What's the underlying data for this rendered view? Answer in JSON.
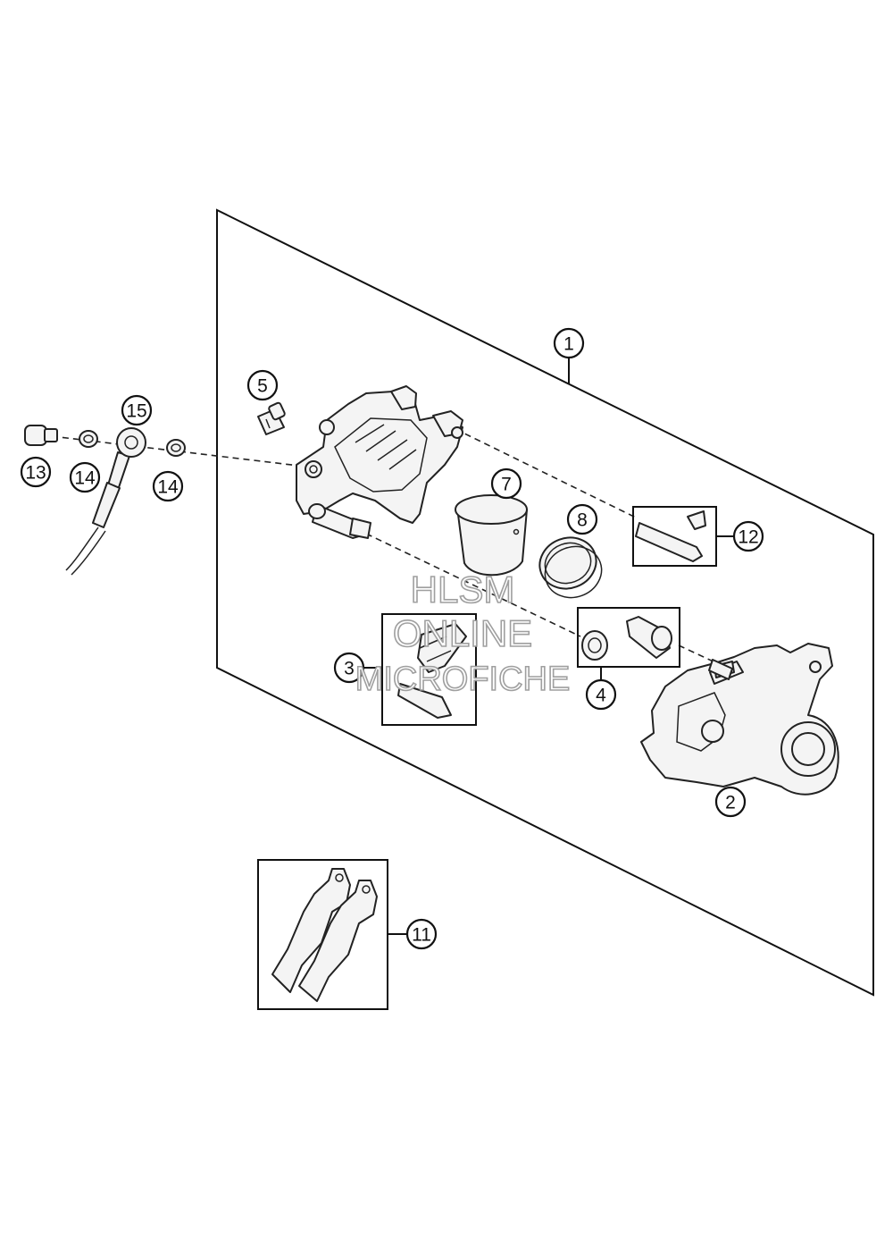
{
  "callouts": {
    "c1": "1",
    "c2": "2",
    "c3": "3",
    "c4": "4",
    "c5": "5",
    "c7": "7",
    "c8": "8",
    "c11": "11",
    "c12": "12",
    "c13": "13",
    "c14a": "14",
    "c14b": "14",
    "c15": "15"
  },
  "watermark": {
    "line1": "HLSM",
    "line2": "ONLINE",
    "line3": "MICROFICHE"
  }
}
